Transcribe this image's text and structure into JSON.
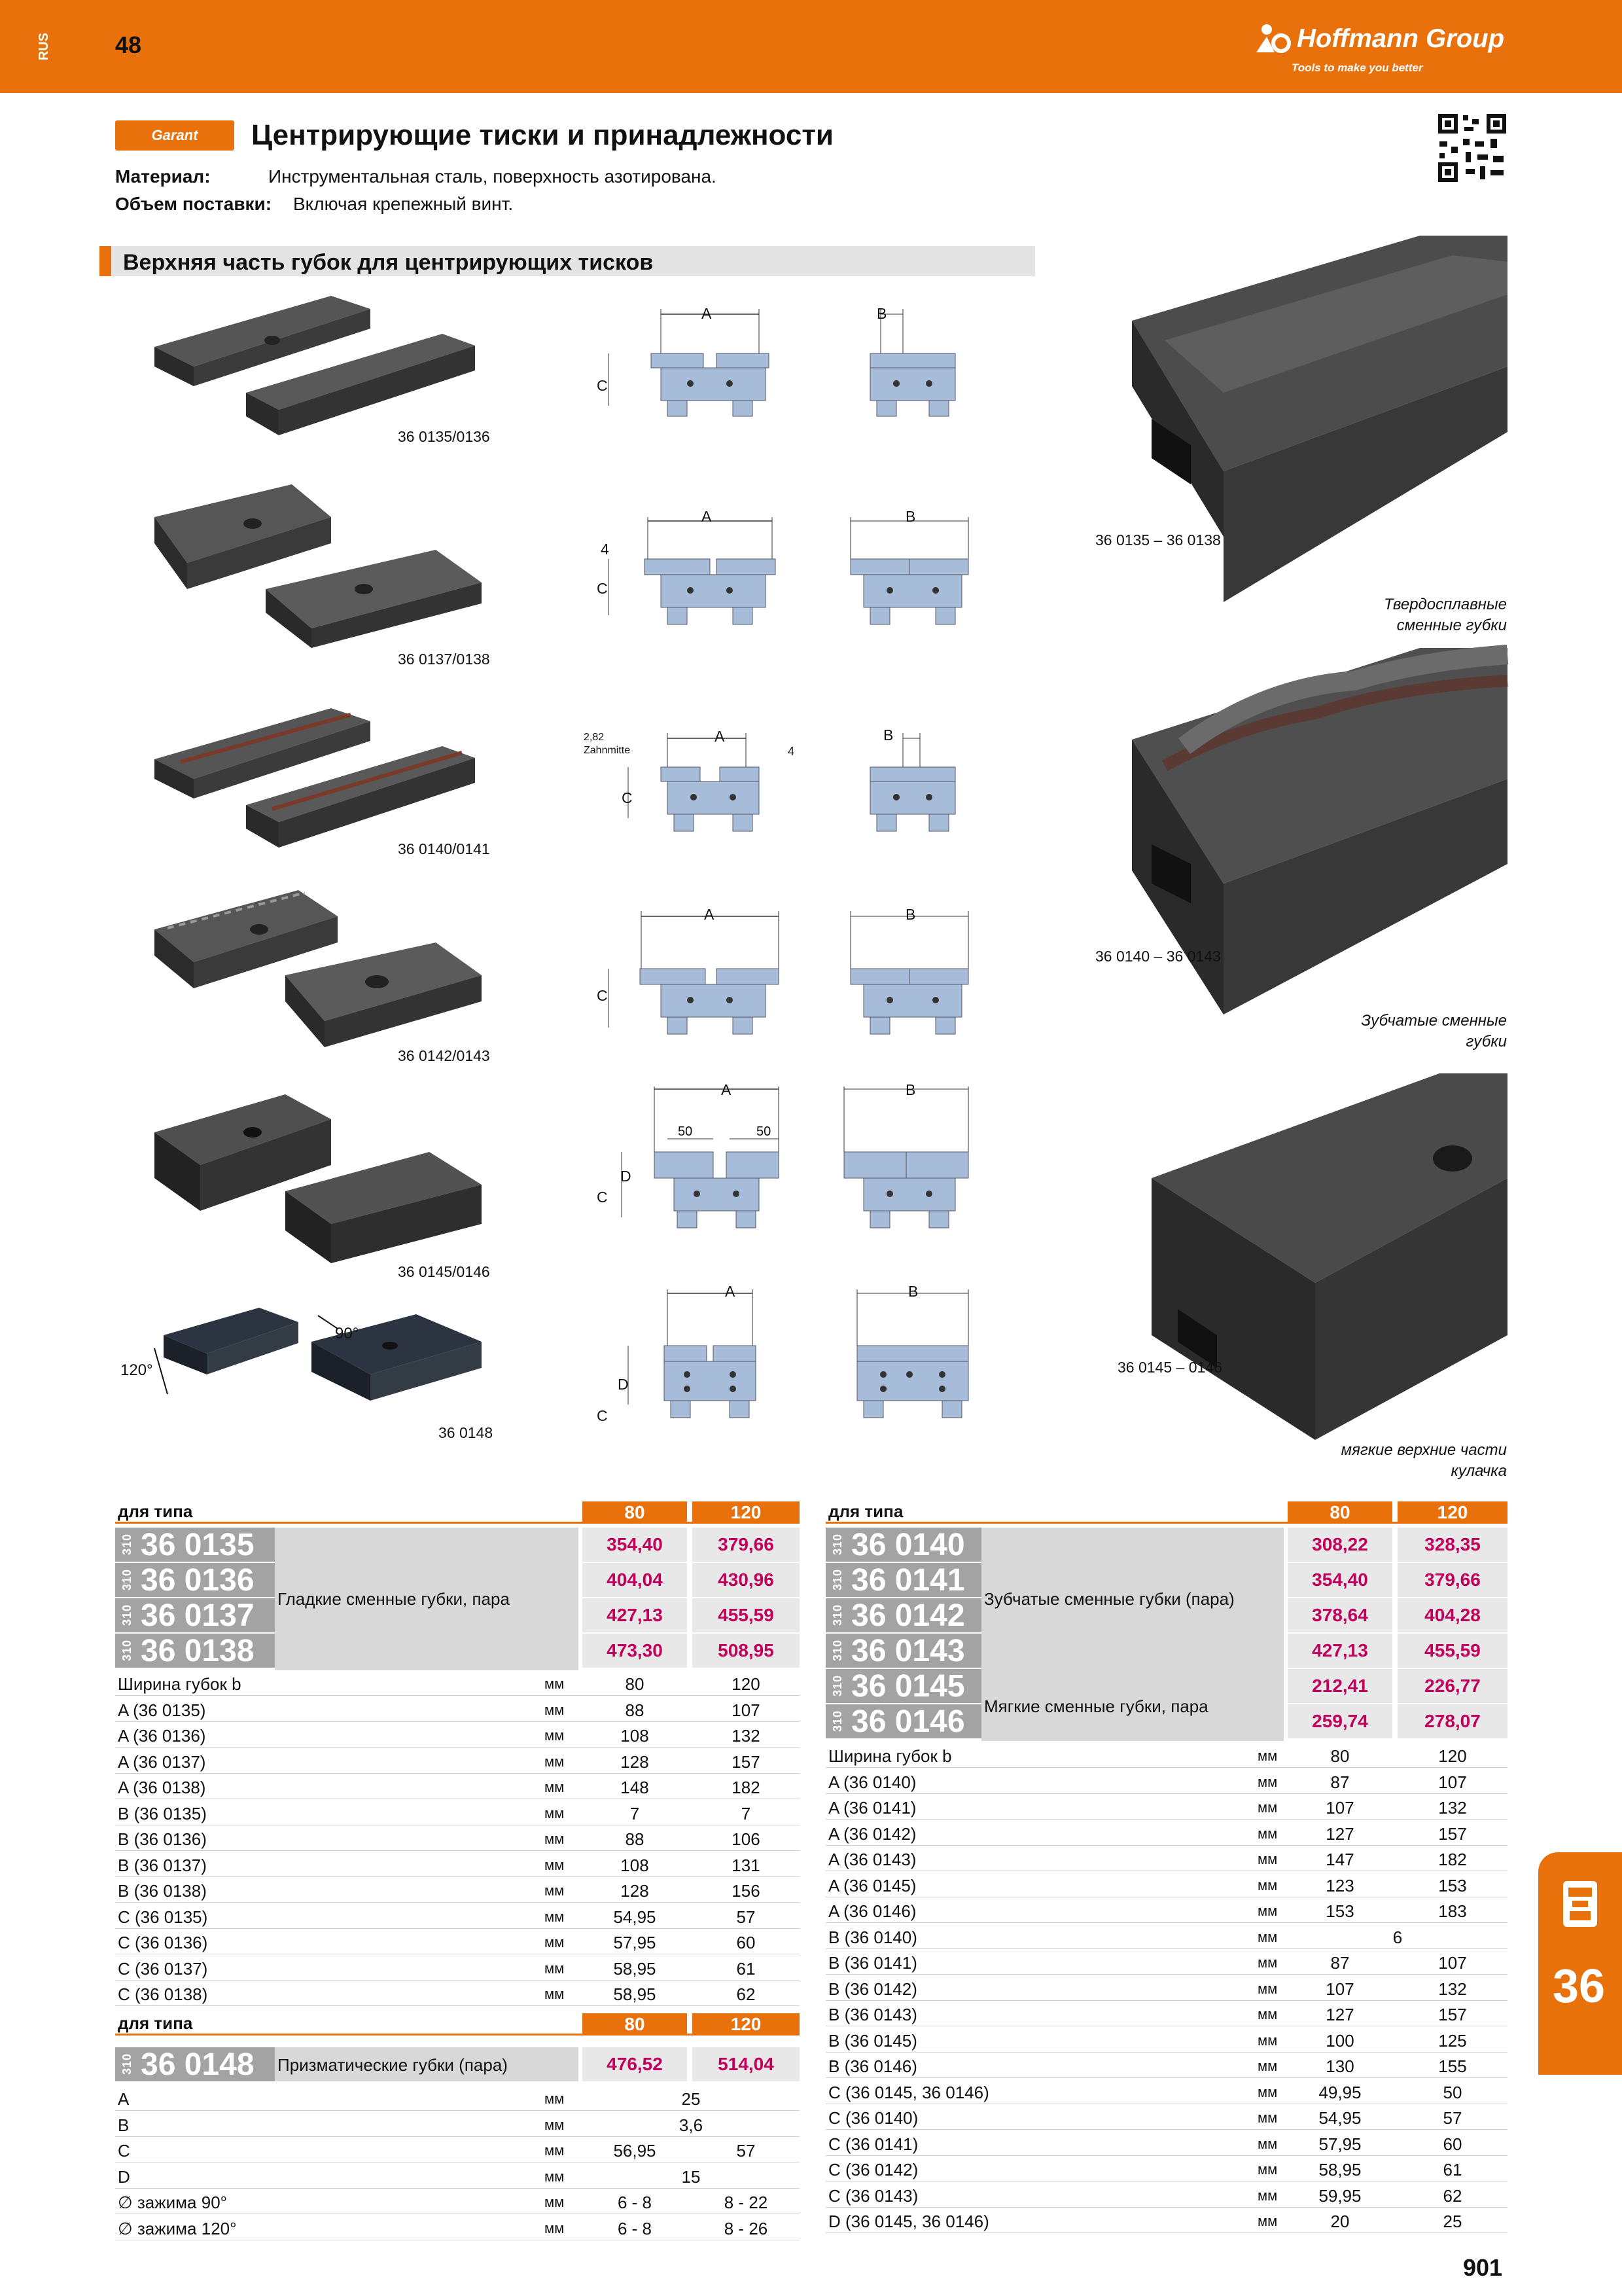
{
  "header": {
    "lang": "RUS",
    "page_top": "48",
    "brand": "Hoffmann Group",
    "tagline": "Tools to make you better",
    "garant": "Garant"
  },
  "title": "Центрирующие тиски и принадлежности",
  "material_label": "Материал:",
  "material_value": "Инструментальная сталь, поверхность азотирована.",
  "scope_label": "Объем поставки:",
  "scope_value": "Включая крепежный винт.",
  "section": "Верхняя часть губок для центрирующих тисков",
  "photos": [
    "36 0135/0136",
    "36 0137/0138",
    "36 0140/0141",
    "36 0142/0143",
    "36 0145/0146",
    "36 0148"
  ],
  "angles": {
    "a90": "90°",
    "a120": "120°"
  },
  "dims": {
    "A": "A",
    "B": "B",
    "C": "C",
    "D": "D",
    "d4": "4",
    "d282": "2,82",
    "zahn": "Zahnmitte",
    "d50": "50"
  },
  "big": [
    {
      "code": "36 0135 – 36 0138",
      "cap1": "Твердосплавные",
      "cap2": "сменные губки"
    },
    {
      "code": "36 0140 – 36 0143",
      "cap1": "Зубчатые сменные",
      "cap2": "губки"
    },
    {
      "code": "36 0145 – 0146",
      "cap1": "мягкие верхние части",
      "cap2": "кулачка"
    }
  ],
  "t1": {
    "head": "для типа",
    "c1": "80",
    "c2": "120",
    "prefix": "310",
    "desc": "Гладкие сменные губки, пара",
    "rows": [
      {
        "art": "36 0135",
        "p1": "354,40",
        "p2": "379,66"
      },
      {
        "art": "36 0136",
        "p1": "404,04",
        "p2": "430,96"
      },
      {
        "art": "36 0137",
        "p1": "427,13",
        "p2": "455,59"
      },
      {
        "art": "36 0138",
        "p1": "473,30",
        "p2": "508,95"
      }
    ],
    "unit": "мм",
    "specs": [
      [
        "Ширина губок b",
        "80",
        "120"
      ],
      [
        "A (36 0135)",
        "88",
        "107"
      ],
      [
        "A (36 0136)",
        "108",
        "132"
      ],
      [
        "A (36 0137)",
        "128",
        "157"
      ],
      [
        "A (36 0138)",
        "148",
        "182"
      ],
      [
        "B (36 0135)",
        "7",
        "7"
      ],
      [
        "B (36 0136)",
        "88",
        "106"
      ],
      [
        "B (36 0137)",
        "108",
        "131"
      ],
      [
        "B (36 0138)",
        "128",
        "156"
      ],
      [
        "C (36 0135)",
        "54,95",
        "57"
      ],
      [
        "C (36 0136)",
        "57,95",
        "60"
      ],
      [
        "C (36 0137)",
        "58,95",
        "61"
      ],
      [
        "C (36 0138)",
        "58,95",
        "62"
      ]
    ]
  },
  "t2": {
    "head": "для типа",
    "c1": "80",
    "c2": "120",
    "prefix": "310",
    "art": "36 0148",
    "desc": "Призматические губки (пара)",
    "p1": "476,52",
    "p2": "514,04",
    "unit": "мм",
    "specs": [
      {
        "n": "A",
        "span": "25"
      },
      {
        "n": "B",
        "span": "3,6"
      },
      {
        "n": "C",
        "v1": "56,95",
        "v2": "57"
      },
      {
        "n": "D",
        "span": "15"
      },
      {
        "n": "∅ зажима 90°",
        "v1": "6 - 8",
        "v2": "8 - 22"
      },
      {
        "n": "∅ зажима 120°",
        "v1": "6 - 8",
        "v2": "8 - 26"
      }
    ]
  },
  "t3": {
    "head": "для типа",
    "c1": "80",
    "c2": "120",
    "prefix": "310",
    "desc1": "Зубчатые сменные губки (пара)",
    "desc2": "Мягкие сменные губки, пара",
    "rows": [
      {
        "art": "36 0140",
        "p1": "308,22",
        "p2": "328,35"
      },
      {
        "art": "36 0141",
        "p1": "354,40",
        "p2": "379,66"
      },
      {
        "art": "36 0142",
        "p1": "378,64",
        "p2": "404,28"
      },
      {
        "art": "36 0143",
        "p1": "427,13",
        "p2": "455,59"
      },
      {
        "art": "36 0145",
        "p1": "212,41",
        "p2": "226,77"
      },
      {
        "art": "36 0146",
        "p1": "259,74",
        "p2": "278,07"
      }
    ],
    "unit": "мм",
    "specs": [
      {
        "n": "Ширина губок b",
        "v1": "80",
        "v2": "120"
      },
      {
        "n": "A (36 0140)",
        "v1": "87",
        "v2": "107"
      },
      {
        "n": "A (36 0141)",
        "v1": "107",
        "v2": "132"
      },
      {
        "n": "A (36 0142)",
        "v1": "127",
        "v2": "157"
      },
      {
        "n": "A (36 0143)",
        "v1": "147",
        "v2": "182"
      },
      {
        "n": "A (36 0145)",
        "v1": "123",
        "v2": "153"
      },
      {
        "n": "A (36 0146)",
        "v1": "153",
        "v2": "183"
      },
      {
        "n": "B (36 0140)",
        "span": "6"
      },
      {
        "n": "B (36 0141)",
        "v1": "87",
        "v2": "107"
      },
      {
        "n": "B (36 0142)",
        "v1": "107",
        "v2": "132"
      },
      {
        "n": "B (36 0143)",
        "v1": "127",
        "v2": "157"
      },
      {
        "n": "B (36 0145)",
        "v1": "100",
        "v2": "125"
      },
      {
        "n": "B (36 0146)",
        "v1": "130",
        "v2": "155"
      },
      {
        "n": "C (36 0145, 36 0146)",
        "v1": "49,95",
        "v2": "50"
      },
      {
        "n": "C (36 0140)",
        "v1": "54,95",
        "v2": "57"
      },
      {
        "n": "C (36 0141)",
        "v1": "57,95",
        "v2": "60"
      },
      {
        "n": "C (36 0142)",
        "v1": "58,95",
        "v2": "61"
      },
      {
        "n": "C (36 0143)",
        "v1": "59,95",
        "v2": "62"
      },
      {
        "n": "D (36 0145, 36 0146)",
        "v1": "20",
        "v2": "25"
      }
    ]
  },
  "sidetab": "36",
  "page_bottom": "901",
  "colors": {
    "accent": "#e8710b",
    "price": "#c1005b",
    "jaw": "#a6bcd8"
  }
}
